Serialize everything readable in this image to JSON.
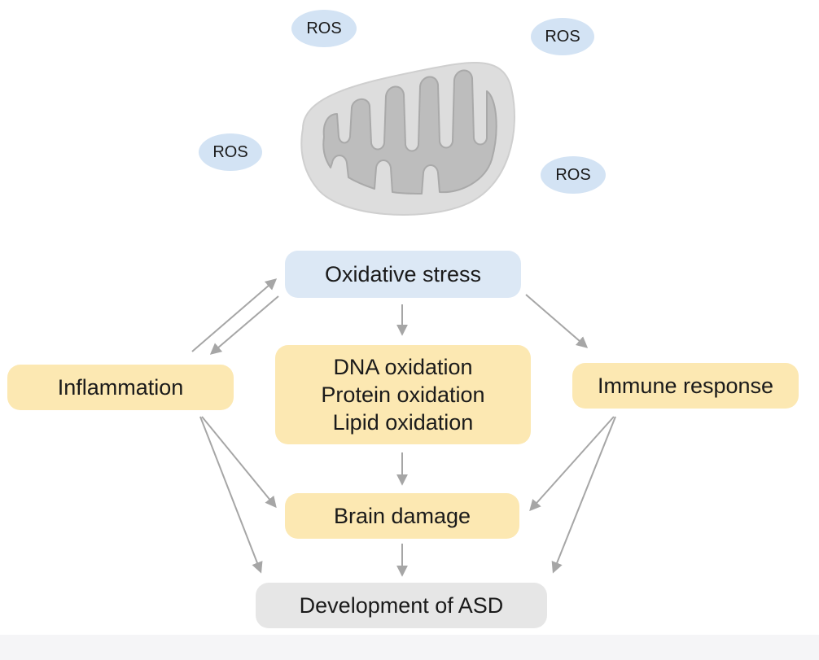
{
  "ros_labels": [
    "ROS",
    "ROS",
    "ROS",
    "ROS"
  ],
  "nodes": {
    "oxidative_stress": "Oxidative stress",
    "inflammation": "Inflammation",
    "oxidation_lines": [
      "DNA oxidation",
      "Protein oxidation",
      "Lipid oxidation"
    ],
    "immune_response": "Immune response",
    "brain_damage": "Brain damage",
    "development": "Development of ASD"
  },
  "icons": {
    "mitochondrion": "mitochondrion-icon"
  },
  "colors": {
    "blue_node": "#dce8f5",
    "ros_bubble": "#d3e3f4",
    "yellow_node": "#fce8b2",
    "gray_node": "#e6e6e6",
    "arrow": "#a6a6a6",
    "mito_outer": "#d9d9d9",
    "mito_inner": "#bfbfbf"
  }
}
